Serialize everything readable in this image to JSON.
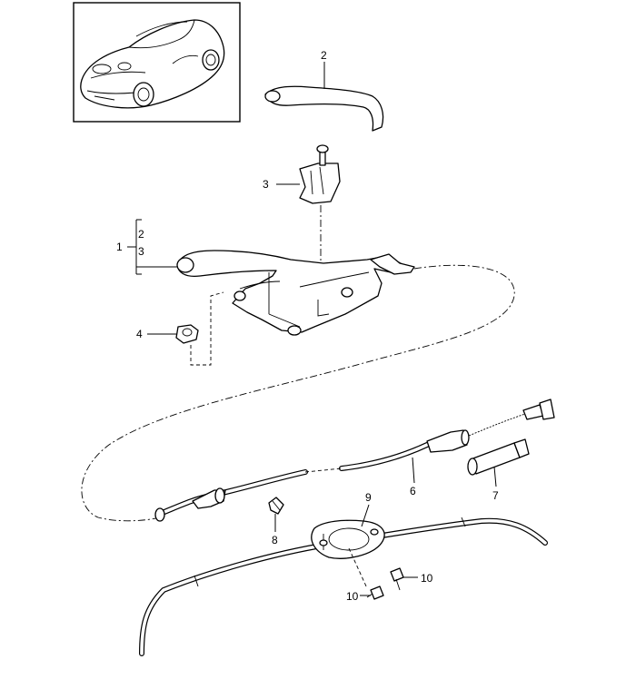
{
  "callouts": {
    "c1": "1",
    "c1_sub_a": "2",
    "c1_sub_b": "3",
    "c2": "2",
    "c3": "3",
    "c4": "4",
    "c6": "6",
    "c7": "7",
    "c8": "8",
    "c9": "9",
    "c10_right": "10",
    "c10_left": "10"
  }
}
